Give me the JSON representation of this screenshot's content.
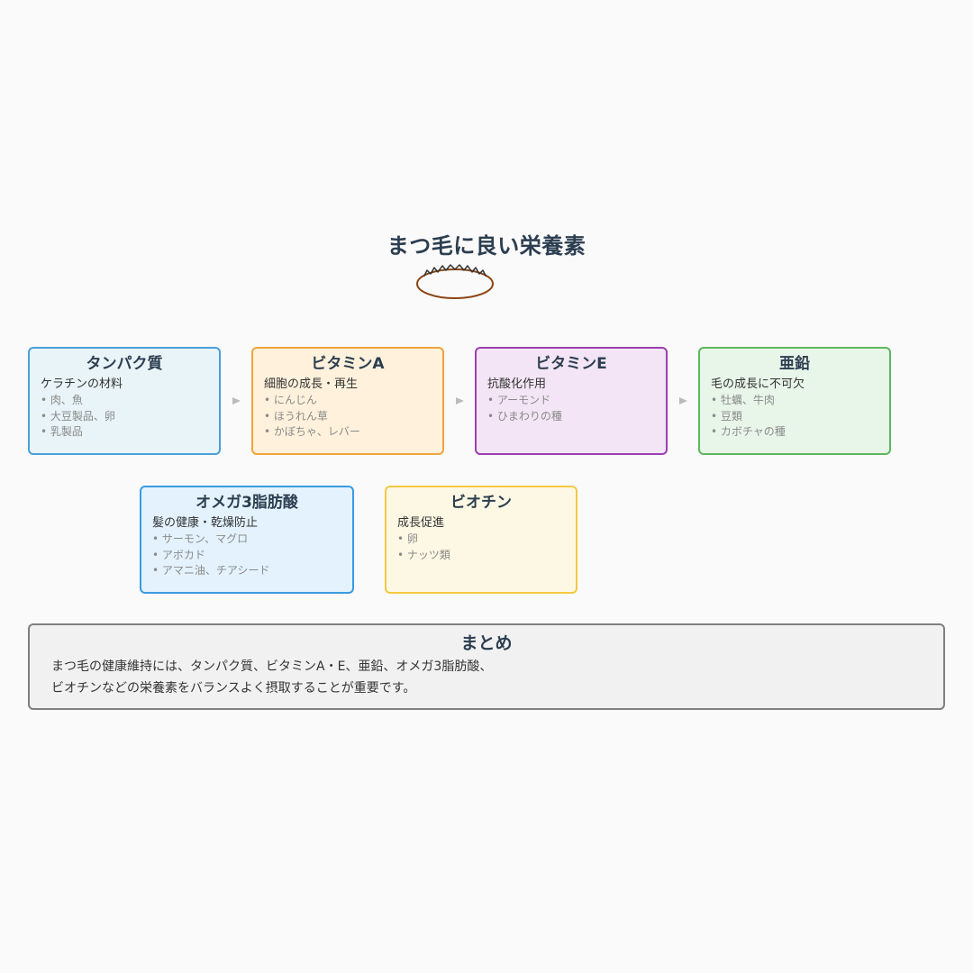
{
  "title": "まつ毛に良い栄養素",
  "icon": "eyelash-icon",
  "nutrients": [
    {
      "name": "タンパク質",
      "desc": "ケラチンの材料",
      "items": [
        "肉、魚",
        "大豆製品、卵",
        "乳製品"
      ],
      "border": "#4a9fd8",
      "fill": "#e8f4f8"
    },
    {
      "name": "ビタミンA",
      "desc": "細胞の成長・再生",
      "items": [
        "にんじん",
        "ほうれん草",
        "かぼちゃ、レバー"
      ],
      "border": "#f0a43a",
      "fill": "#fff1dc"
    },
    {
      "name": "ビタミンE",
      "desc": "抗酸化作用",
      "items": [
        "アーモンド",
        "ひまわりの種"
      ],
      "border": "#9c3fb0",
      "fill": "#f3e5f5"
    },
    {
      "name": "亜鉛",
      "desc": "毛の成長に不可欠",
      "items": [
        "牡蠣、牛肉",
        "豆類",
        "カボチャの種"
      ],
      "border": "#5cb85c",
      "fill": "#e8f5e9"
    },
    {
      "name": "オメガ3脂肪酸",
      "desc": "髪の健康・乾燥防止",
      "items": [
        "サーモン、マグロ",
        "アボカド",
        "アマニ油、チアシード"
      ],
      "border": "#3a9be0",
      "fill": "#e3f2fd"
    },
    {
      "name": "ビオチン",
      "desc": "成長促進",
      "items": [
        "卵",
        "ナッツ類"
      ],
      "border": "#f5c842",
      "fill": "#fdf8e4"
    }
  ],
  "summary": {
    "heading": "まとめ",
    "line1": "まつ毛の健康維持には、タンパク質、ビタミンA・E、亜鉛、オメガ3脂肪酸、",
    "line2": "ビオチンなどの栄養素をバランスよく摂取することが重要です。"
  }
}
